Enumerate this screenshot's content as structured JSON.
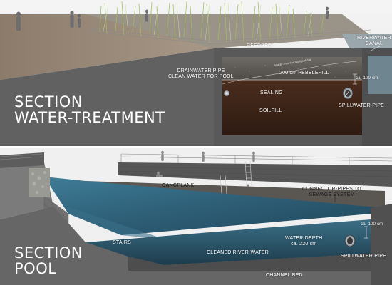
{
  "top_section": {
    "title_line1": "SECTION",
    "title_line2": "WATER-TREATMENT",
    "labels": {
      "reedbed": "REEDBED",
      "riverwater_canal_line1": "RIVERWATER",
      "riverwater_canal_line2": "CANAL",
      "drainwater_line1": "DRAINWATER PIPE",
      "drainwater_line2": "CLEAN WATER FOR POOL",
      "pebblefill": "200 cm PEBBLEFILL",
      "ca_100": "ca. 100 cm",
      "sealing": "SEALING",
      "soilfill": "SOILFILL",
      "spillwater_pipe": "SPILLWATER PIPE",
      "flow_note": "Water-flow through pebble"
    }
  },
  "bottom_section": {
    "title_line1": "SECTION",
    "title_line2": "POOL",
    "labels": {
      "gangplank": "GANGPLANK",
      "connector_line1": "CONNECTOR-PIPES TO",
      "connector_line2": "SEWAGE SYSTEM",
      "ca_100": "ca. 100 cm",
      "water_depth_line1": "WATER DEPTH",
      "water_depth_line2": "ca. 220 cm",
      "stairs": "STAIRS",
      "cleaned_river_water": "CLEANED RIVER-WATER",
      "spillwater_pipe": "SPILLWATER PIPE",
      "channel_bed": "CHANNEL BED"
    }
  },
  "colors": {
    "concrete_dark": "#4d4d4d",
    "concrete_mid": "#6b6b6b",
    "soil": "#3a2418",
    "pebble": "#5e5a55",
    "pool_water": "#2f5f77",
    "reed_green": "#8fae52"
  }
}
